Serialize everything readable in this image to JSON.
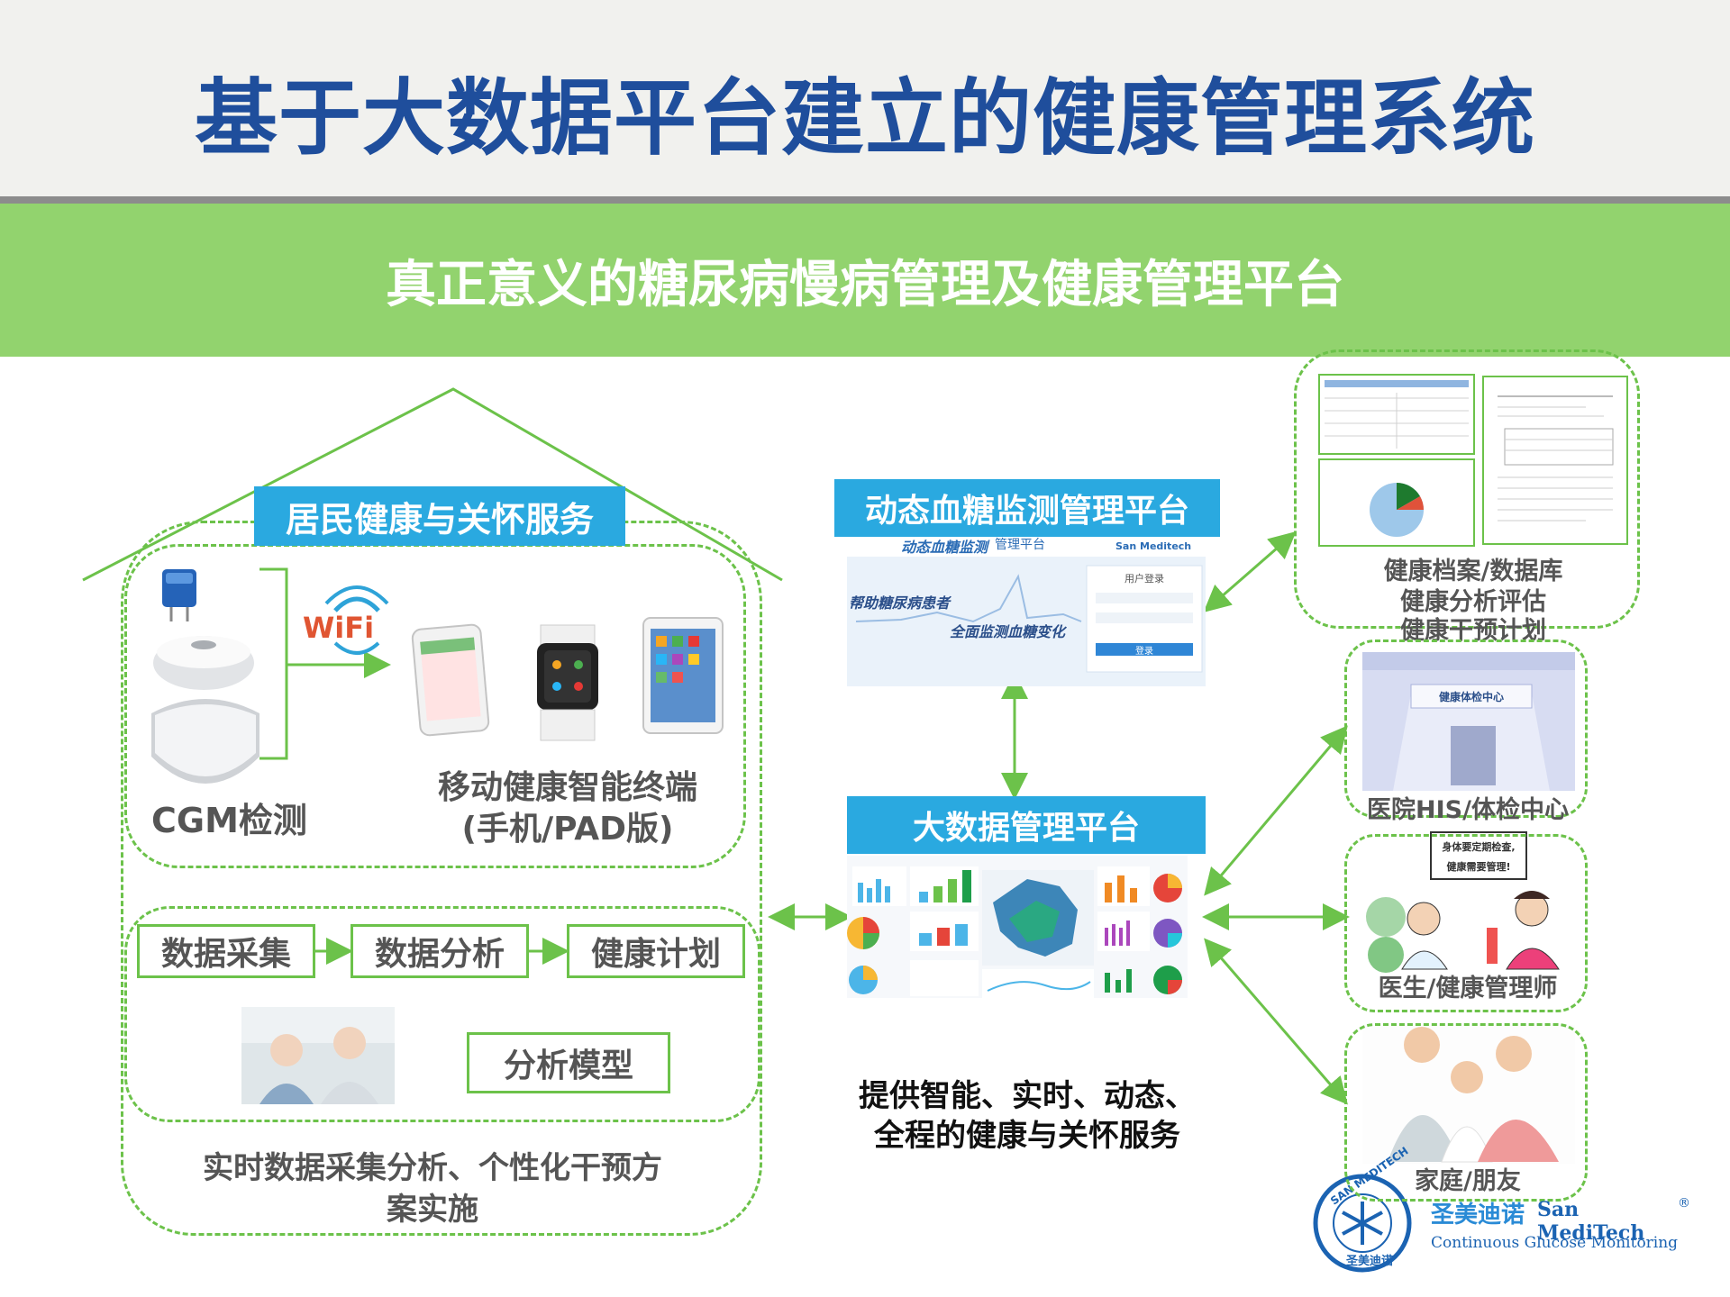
{
  "header": {
    "title": "基于大数据平台建立的健康管理系统"
  },
  "band": {
    "subtitle": "真正意义的糖尿病慢病管理及健康管理平台"
  },
  "resident": {
    "label": "居民健康与关怀服务",
    "wifi": "WiFi",
    "cgm": "CGM检测",
    "mobile_line1": "移动健康智能终端",
    "mobile_line2": "(手机/PAD版)",
    "flow": [
      "数据采集",
      "数据分析",
      "健康计划"
    ],
    "model": "分析模型",
    "bottom_line1": "实时数据采集分析、个性化干预方",
    "bottom_line2": "案实施"
  },
  "cgm_platform": {
    "label": "动态血糖监测管理平台",
    "brand": "动态血糖监测",
    "brand_sub": "管理平台",
    "company": "San Meditech",
    "slogan1": "帮助糖尿病患者",
    "slogan2": "全面监测血糖变化",
    "login_title": "用户登录",
    "login_button": "登录"
  },
  "bigdata": {
    "label": "大数据管理平台"
  },
  "service": {
    "line1": "提供智能、实时、动态、",
    "line2": "全程的健康与关怀服务"
  },
  "records": {
    "line1": "健康档案/数据库",
    "line2": "健康分析评估",
    "line3": "健康干预计划"
  },
  "hospital": {
    "label": "医院HIS/体检中心",
    "sign": "健康体检中心"
  },
  "doctor": {
    "label": "医生/健康管理师",
    "bubble1": "身体要定期检查,",
    "bubble2": "健康需要管理!"
  },
  "family": {
    "label": "家庭/朋友"
  },
  "logo": {
    "ring_top": "SAN MEDITECH",
    "ring_bottom": "圣美迪诺",
    "cn": "圣美迪诺",
    "en": "San MediTech",
    "reg": "®",
    "tagline": "Continuous Glucose Monitoring"
  },
  "colors": {
    "title": "#1f4e9c",
    "green": "#6cc24a",
    "band": "#92d36e",
    "label_blue": "#2aa9e0"
  }
}
